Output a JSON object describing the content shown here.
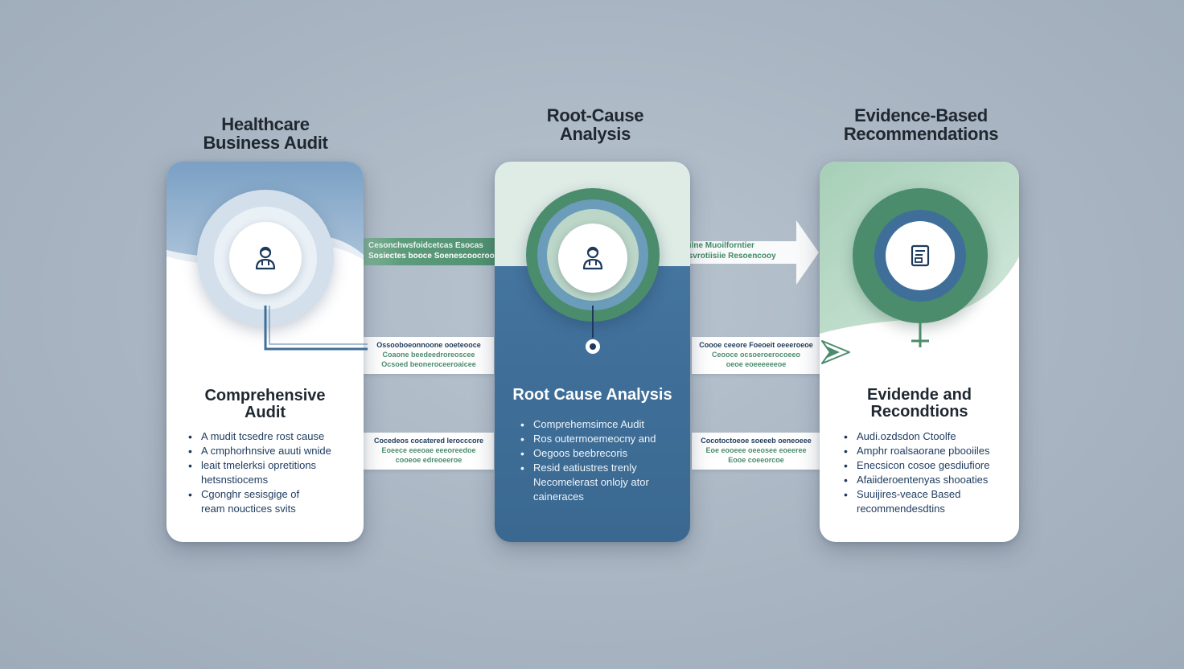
{
  "colors": {
    "blue": "#3f6f99",
    "green": "#4a8c6c",
    "navy": "#1d3a5e",
    "light_green": "#cfe3d8"
  },
  "stages": [
    {
      "title_line1": "Healthcare",
      "title_line2": "Business Audit",
      "icon": "doctor-icon",
      "heading_line1": "Comprehensive",
      "heading_line2": "Audit",
      "bullets": [
        "A mudit tcsedre rost cause",
        "A cmphorhnsive auuti wnide",
        "leait tmelerksi opretitions",
        "hetsnstiocems",
        "Cgonghr sesisgige of",
        "ream nouctices svits"
      ]
    },
    {
      "title_line1": "Root-Cause",
      "title_line2": "Analysis",
      "icon": "doctor-icon",
      "heading_line1": "Root Cause Analysis",
      "heading_line2": "",
      "bullets": [
        "Comprehemsimce Audit",
        "Ros outermoemeocny and",
        "Oegoos beebrecoris",
        "Resid eatiustres trenly",
        "Necomelerast onlojy ator",
        "caineraces"
      ]
    },
    {
      "title_line1": "Evidence-Based",
      "title_line2": "Recommendations",
      "icon": "document-icon",
      "heading_line1": "Evidende and",
      "heading_line2": "Recondtions",
      "bullets": [
        "Audi.ozdsdon Ctoolfe",
        "Amphr roalsaorane pbooiiles",
        "Enecsicon cosoe gesdiufiore",
        "Afaiideroentenyas shooaties",
        "Suuijires-veace Based",
        "recommendesdtins"
      ]
    }
  ],
  "top_banners": [
    {
      "line1": "Cesonchwsfoidcetcas Esocas",
      "line2": "Sosiectes booce Soenescoocrootcas oracep"
    },
    {
      "line1": "Ecoocter socilne Muoilforntier",
      "line2": "Bsess Bsecssvrotiisiie Resoencooy"
    }
  ],
  "connectors": [
    {
      "line1": "Ossooboeonnoone ooeteooce",
      "line2": "Coaone beedeedroreoscee",
      "line3": "Ocsoed beoneroceeroaicee"
    },
    {
      "line1": "Coooe ceeore Foeoeit oeeeroeoe",
      "line2": "Ceooce ocsoeroerocoeeo",
      "line3": "oeoe eoeeeeeeoe"
    },
    {
      "line1": "Cocedeos cocatered lerocccore",
      "line2": "Eoeece eeeoae eeeoreedoe",
      "line3": "cooeoe edreoeeroe"
    },
    {
      "line1": "Cocotoctoeoe soeeeb oeneoeee",
      "line2": "Eoe eooeee oeeosee eoeeree",
      "line3": "Eooe coeeorcoe"
    }
  ]
}
